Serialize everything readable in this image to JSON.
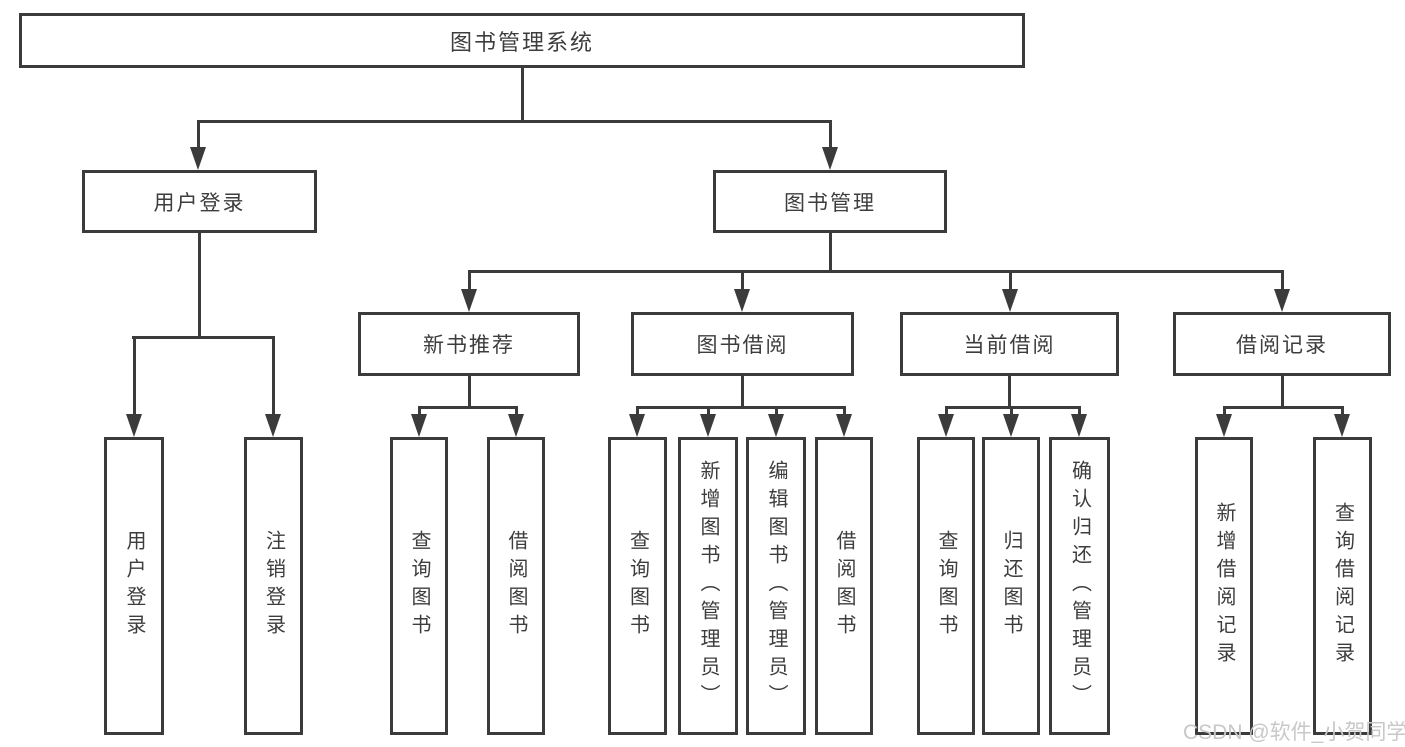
{
  "tree": {
    "root": {
      "label": "图书管理系统"
    },
    "branches": [
      {
        "label": "用户登录",
        "children": [
          {
            "label": "用户登录"
          },
          {
            "label": "注销登录"
          }
        ]
      },
      {
        "label": "图书管理",
        "children": [
          {
            "label": "新书推荐",
            "children": [
              {
                "label": "查询图书"
              },
              {
                "label": "借阅图书"
              }
            ]
          },
          {
            "label": "图书借阅",
            "children": [
              {
                "label": "查询图书"
              },
              {
                "label": "新增图书（管理员）"
              },
              {
                "label": "编辑图书（管理员）"
              },
              {
                "label": "借阅图书"
              }
            ]
          },
          {
            "label": "当前借阅",
            "children": [
              {
                "label": "查询图书"
              },
              {
                "label": "归还图书"
              },
              {
                "label": "确认归还（管理员）"
              }
            ]
          },
          {
            "label": "借阅记录",
            "children": [
              {
                "label": "新增借阅记录"
              },
              {
                "label": "查询借阅记录"
              }
            ]
          }
        ]
      }
    ]
  },
  "watermark": {
    "text": "CSDN @软件_小贺同学"
  },
  "colors": {
    "stroke": "#3b3b3b",
    "text": "#3d3d3d",
    "box_bg": "#ffffff",
    "watermark": "#c8c8c8"
  }
}
